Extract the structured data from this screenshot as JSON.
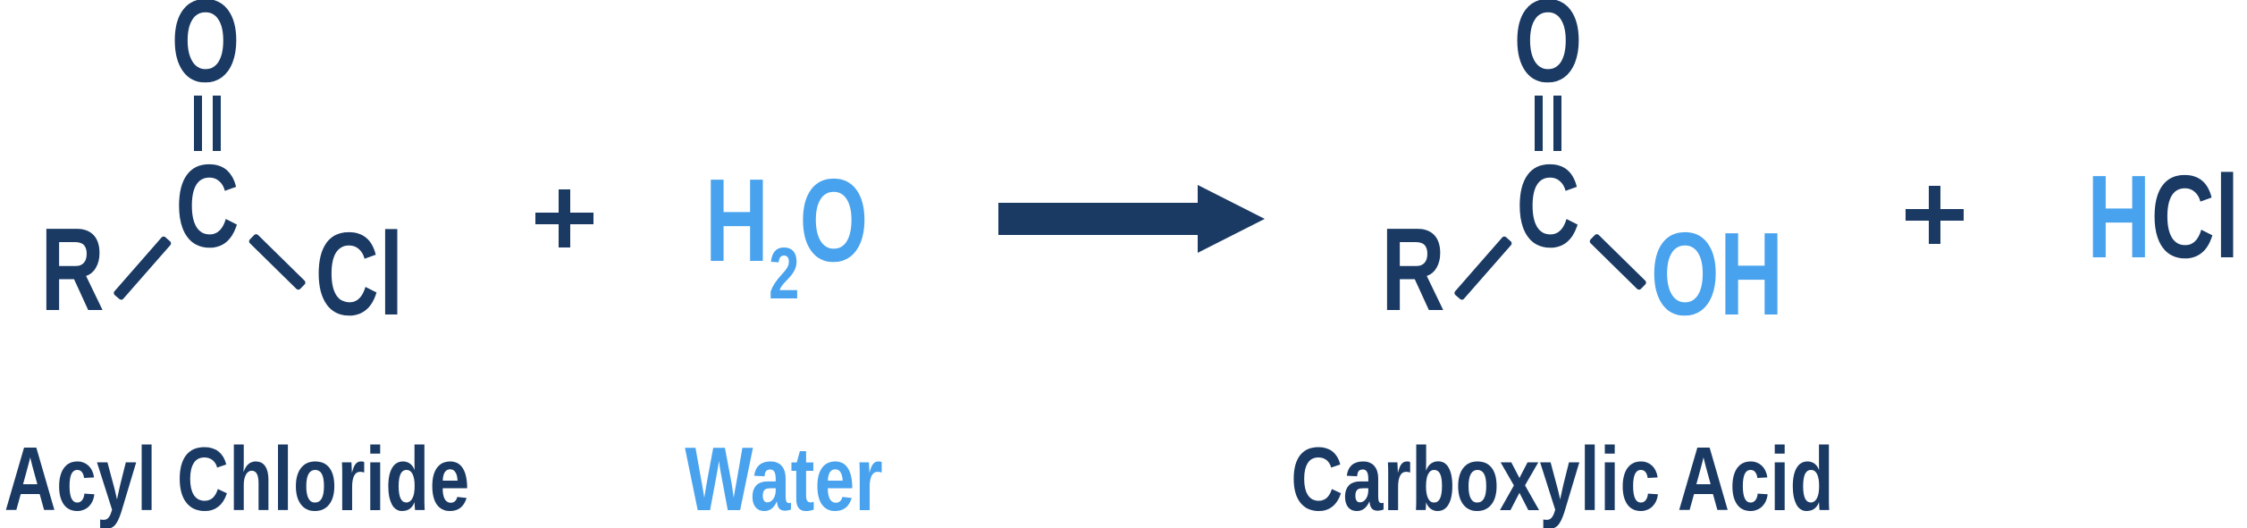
{
  "colors": {
    "navy": "#1a3a64",
    "light_blue": "#48a2ee",
    "background": "#ffffff"
  },
  "reaction": {
    "equation_summary": "Acyl Chloride + H2O -> Carboxylic Acid + HCl",
    "acyl_chloride": {
      "atom_o": "O",
      "atom_c": "C",
      "atom_r": "R",
      "atom_cl": "Cl",
      "label": "Acyl Chloride"
    },
    "plus_left": "+",
    "water": {
      "h": "H",
      "subscript": "2",
      "o": "O",
      "label": "Water"
    },
    "carboxylic_acid": {
      "atom_o": "O",
      "atom_c": "C",
      "atom_r": "R",
      "atom_oh": "OH",
      "label": "Carboxylic Acid"
    },
    "plus_right": "+",
    "hcl": {
      "h": "H",
      "cl": "Cl"
    }
  }
}
